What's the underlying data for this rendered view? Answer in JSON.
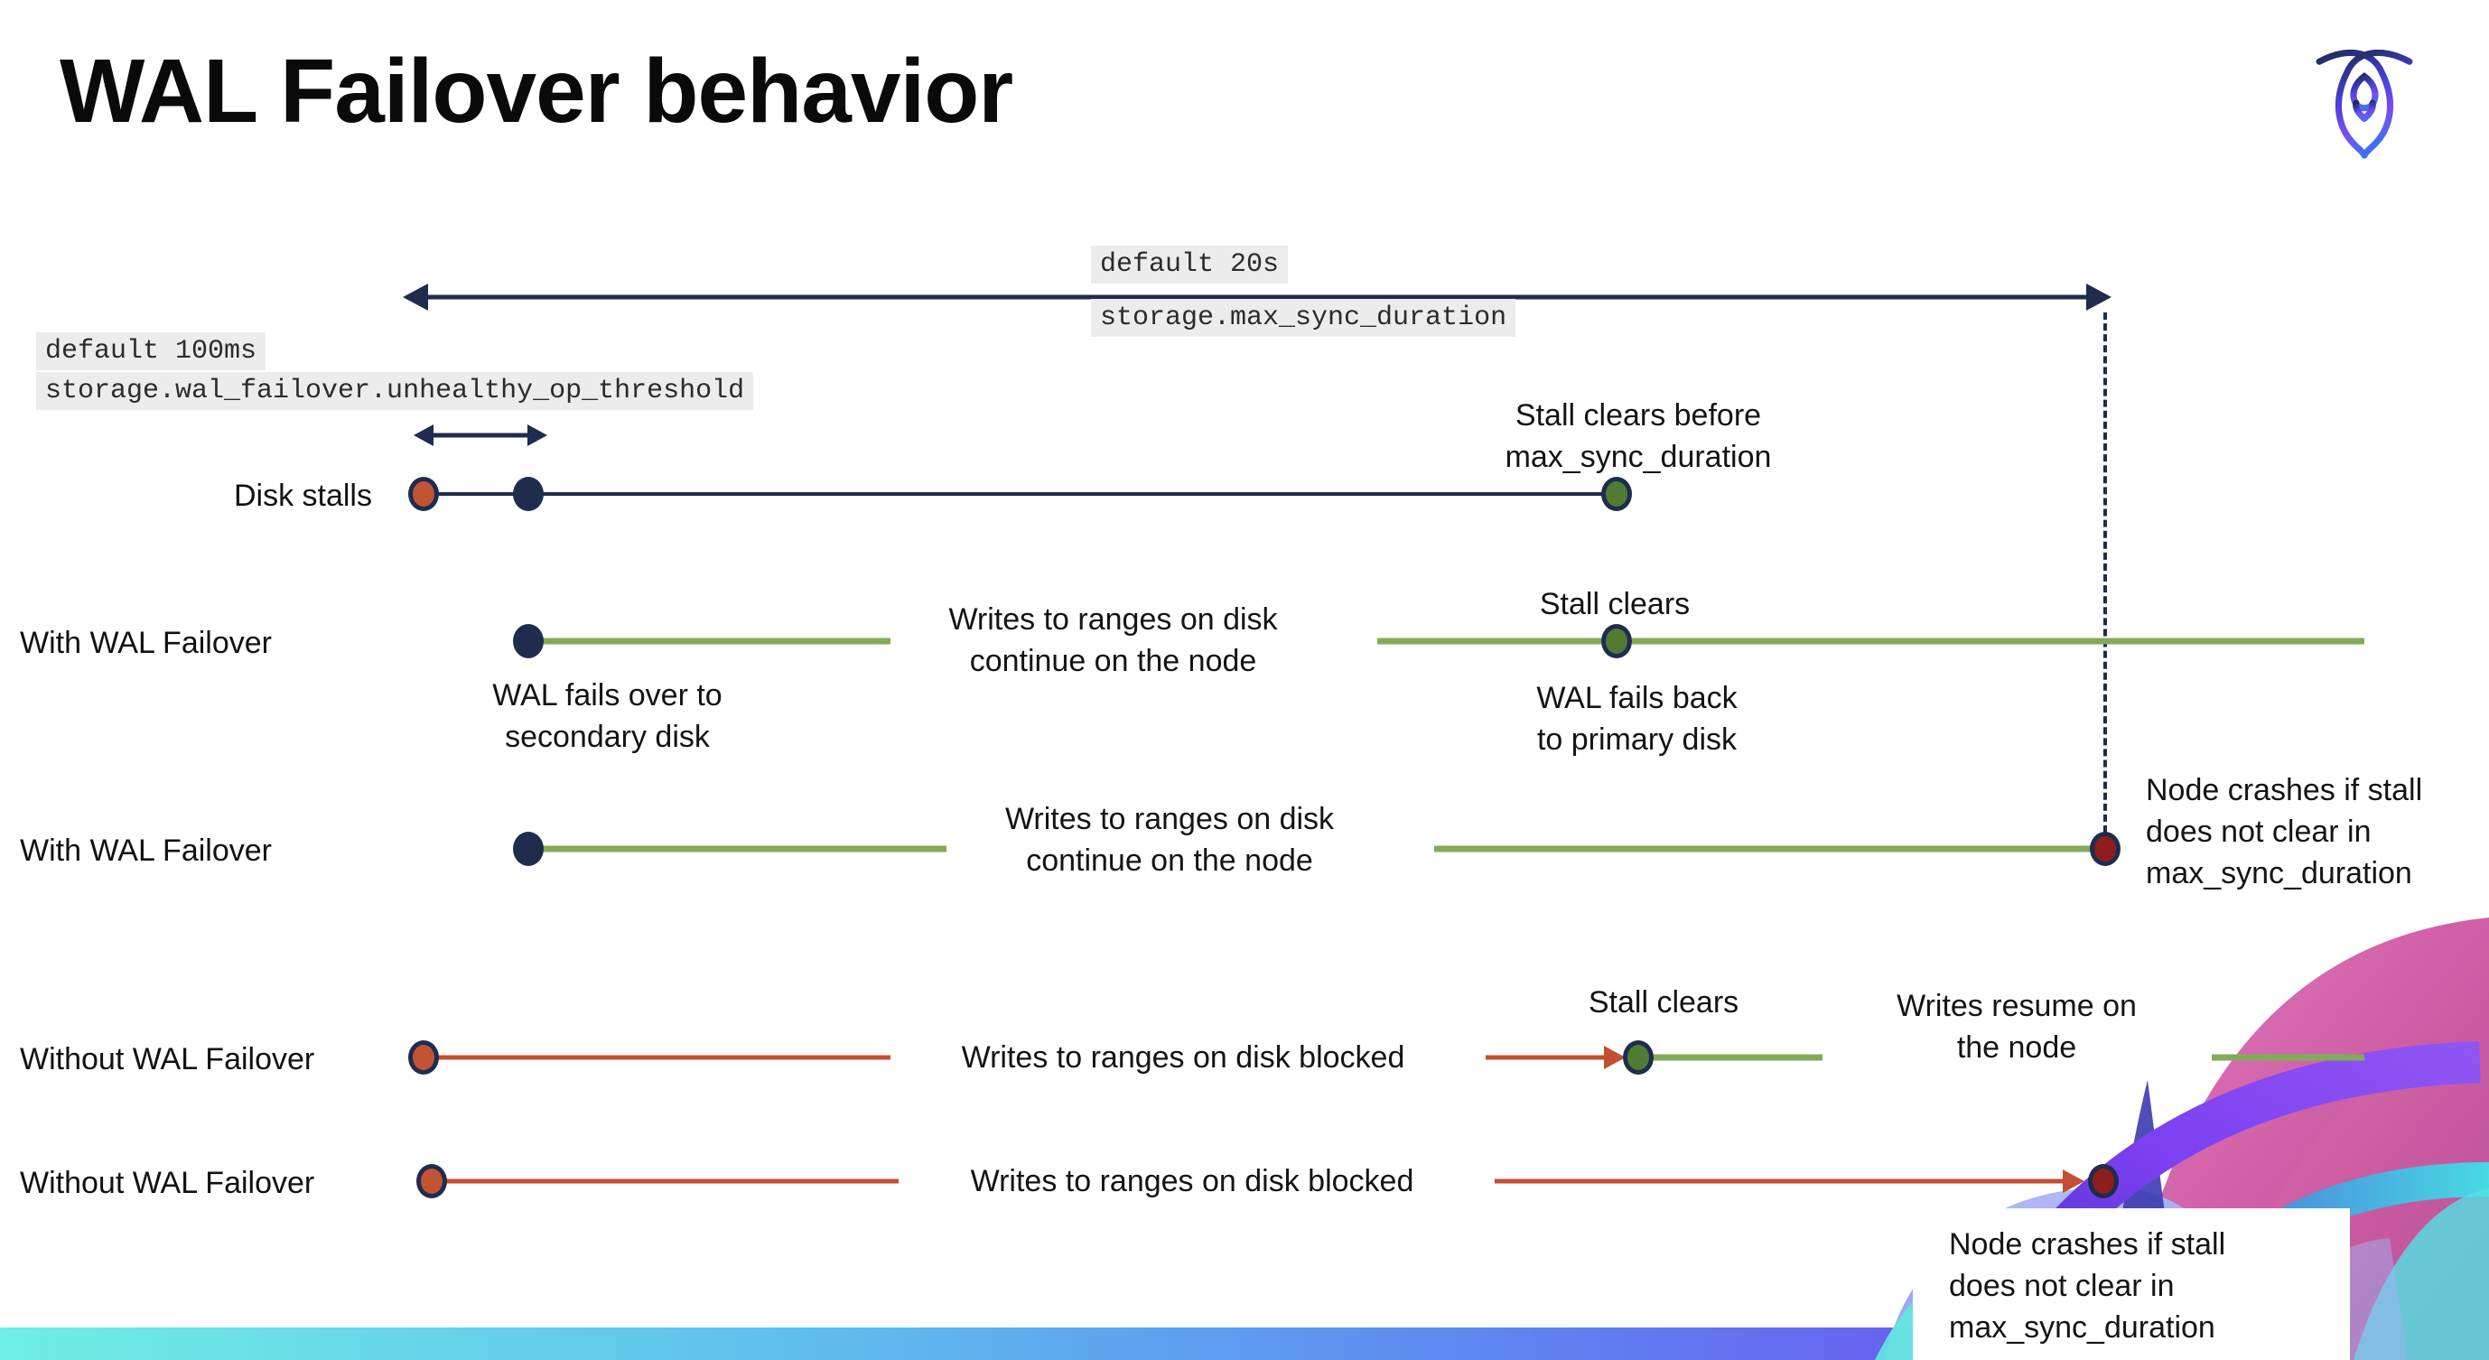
{
  "title": "WAL Failover behavior",
  "brand": {
    "logo": "cockroachdb-roach-icon"
  },
  "callouts": {
    "max_sync": {
      "default_label": "default 20s",
      "setting": "storage.max_sync_duration"
    },
    "threshold": {
      "default_label": "default 100ms",
      "setting": "storage.wal_failover.unhealthy_op_threshold"
    }
  },
  "rows": [
    {
      "label": "Disk stalls",
      "end_note": "Stall clears before\nmax_sync_duration"
    },
    {
      "label": "With WAL Failover",
      "start_note": "WAL fails over to\nsecondary disk",
      "mid_note": "Writes to ranges on disk\ncontinue on the node",
      "event_note": "Stall clears",
      "event_sub_note": "WAL fails  back\nto primary disk"
    },
    {
      "label": "With WAL Failover",
      "mid_note": "Writes to ranges on disk\ncontinue on the node",
      "end_note": "Node crashes if stall\ndoes not clear in\nmax_sync_duration"
    },
    {
      "label": "Without WAL Failover",
      "mid_note": "Writes to ranges on disk  blocked",
      "event_note": "Stall clears",
      "end_note": "Writes resume on\nthe node"
    },
    {
      "label": "Without WAL Failover",
      "mid_note": "Writes to ranges on disk  blocked",
      "end_note": "Node crashes if stall\ndoes not clear in\nmax_sync_duration"
    }
  ],
  "colors": {
    "navy": "#1f2c4e",
    "green_line": "#82ab58",
    "green_dot": "#4f7b33",
    "red_line": "#c24f31",
    "red_dot": "#c05433",
    "crash_dot": "#8e1d1d",
    "code_bg": "#ececec",
    "bar_gradient": [
      "#6FEFE4",
      "#5FB9EE",
      "#5E86F1",
      "#6A5BF0",
      "#7B3BED"
    ]
  }
}
